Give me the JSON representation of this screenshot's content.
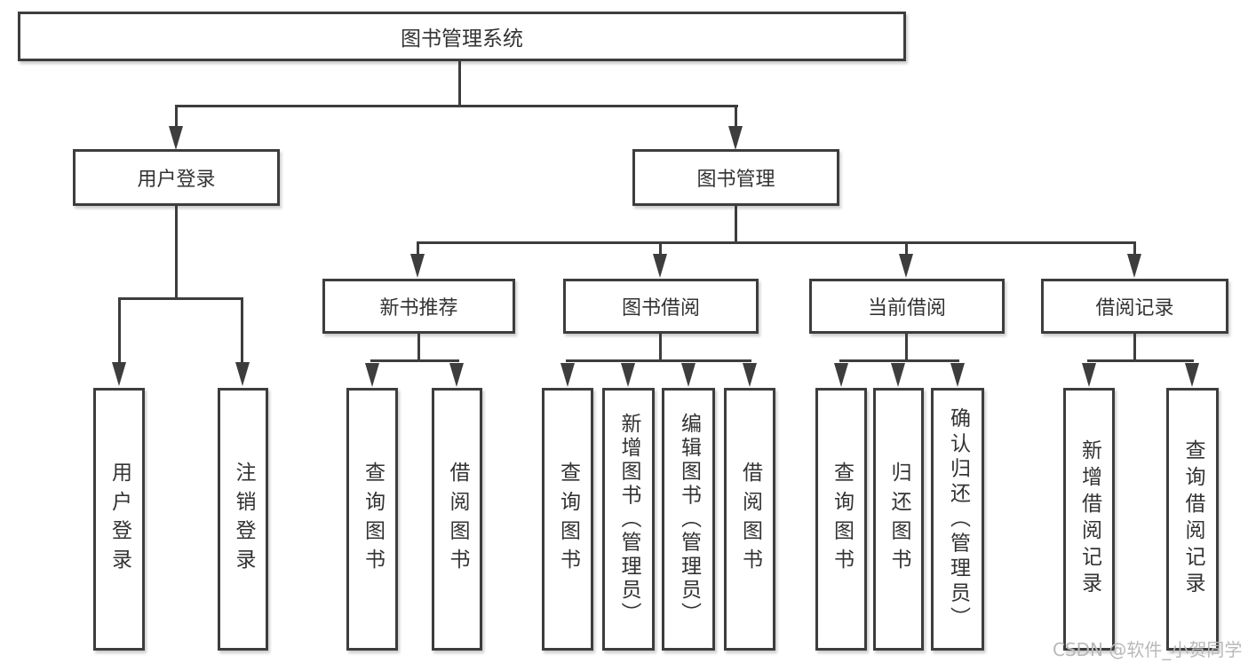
{
  "tree": {
    "root": {
      "label": "图书管理系统"
    },
    "branches": [
      {
        "label": "用户登录",
        "leaves": [
          "用户登录",
          "注销登录"
        ]
      },
      {
        "label": "图书管理",
        "children": [
          {
            "label": "新书推荐",
            "leaves": [
              "查询图书",
              "借阅图书"
            ]
          },
          {
            "label": "图书借阅",
            "leaves": [
              "查询图书",
              "新增图书（管理员）",
              "编辑图书（管理员）",
              "借阅图书"
            ]
          },
          {
            "label": "当前借阅",
            "leaves": [
              "查询图书",
              "归还图书",
              "确认归还（管理员）"
            ]
          },
          {
            "label": "借阅记录",
            "leaves": [
              "新增借阅记录",
              "查询借阅记录"
            ]
          }
        ]
      }
    ]
  },
  "watermark": "CSDN @软件_小贺同学",
  "colors": {
    "line": "#3d3d3d",
    "text": "#333333",
    "background": "#ffffff",
    "watermark": "#b9b9b9"
  }
}
